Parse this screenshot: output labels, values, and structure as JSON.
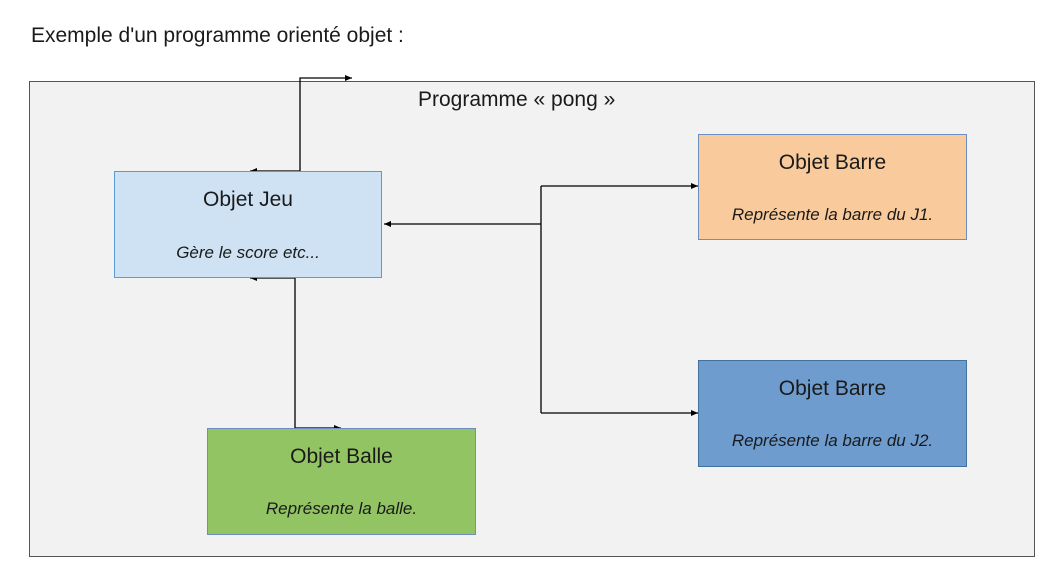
{
  "heading": "Exemple d'un programme orienté objet :",
  "frame": {
    "title": "Programme « pong »"
  },
  "nodes": {
    "jeu": {
      "title": "Objet Jeu",
      "description": "Gère le score etc...",
      "fill": "#cfe2f3",
      "border": "#5b9bd5"
    },
    "barre_j1": {
      "title": "Objet Barre",
      "description": "Représente la barre du J1.",
      "fill": "#f9cb9c",
      "border": "#6d8fbf"
    },
    "barre_j2": {
      "title": "Objet Barre",
      "description": "Représente la barre du J2.",
      "fill": "#6f9ccf",
      "border": "#41719c"
    },
    "balle": {
      "title": "Objet Balle",
      "description": "Représente la balle.",
      "fill": "#93c464",
      "border": "#6d8fbf"
    }
  },
  "colors": {
    "frame_fill": "#f2f2f2",
    "frame_border": "#555555",
    "connector": "#000000"
  }
}
